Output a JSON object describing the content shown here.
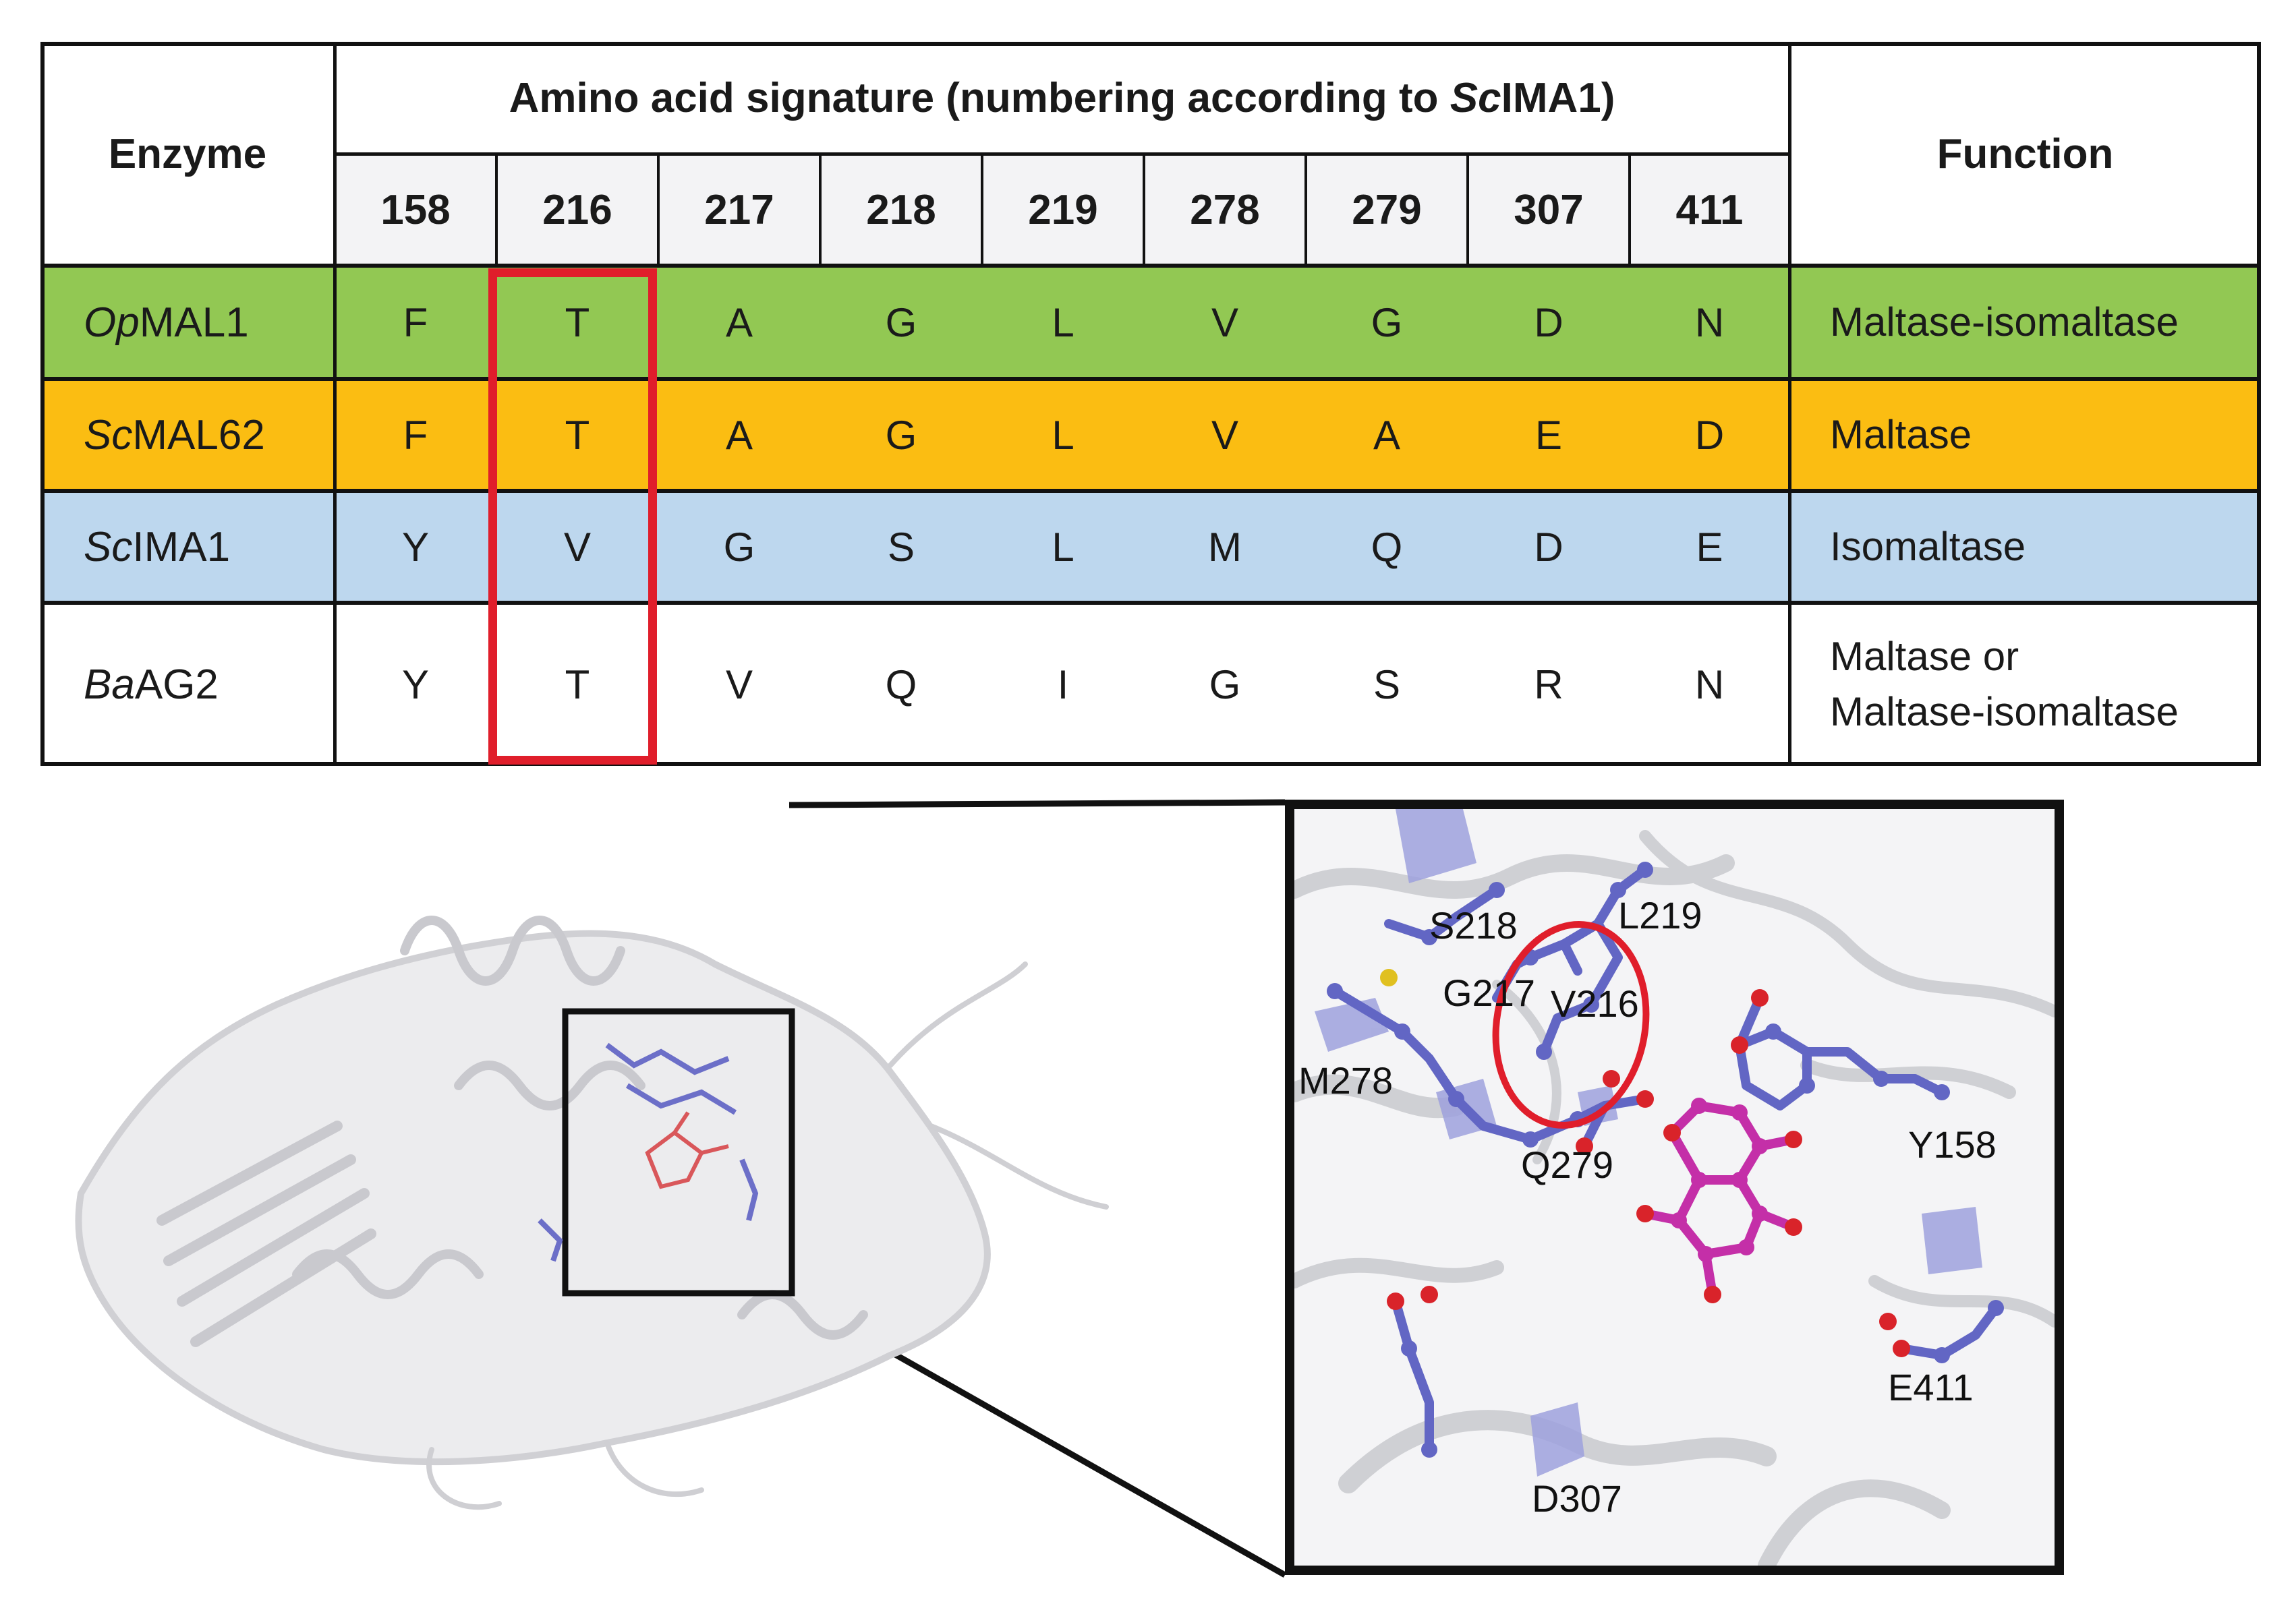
{
  "table": {
    "enzyme_header": "Enzyme",
    "signature_header_prefix": "Amino acid signature (numbering according to ",
    "signature_header_italic": "Sc",
    "signature_header_suffix": "IMA1)",
    "function_header": "Function",
    "positions": [
      "158",
      "216",
      "217",
      "218",
      "219",
      "278",
      "279",
      "307",
      "411"
    ],
    "rows": [
      {
        "prefix": "Op",
        "name": "MAL1",
        "residues": [
          "F",
          "T",
          "A",
          "G",
          "L",
          "V",
          "G",
          "D",
          "N"
        ],
        "function": [
          "Maltase-isomaltase"
        ],
        "color": "#92c853"
      },
      {
        "prefix": "Sc",
        "name": "MAL62",
        "residues": [
          "F",
          "T",
          "A",
          "G",
          "L",
          "V",
          "A",
          "E",
          "D"
        ],
        "function": [
          "Maltase"
        ],
        "color": "#fbbd12"
      },
      {
        "prefix": "Sc",
        "name": "IMA1",
        "residues": [
          "Y",
          "V",
          "G",
          "S",
          "L",
          "M",
          "Q",
          "D",
          "E"
        ],
        "function": [
          "Isomaltase"
        ],
        "color": "#bdd7ee"
      },
      {
        "prefix": "Ba",
        "name": "AG2",
        "residues": [
          "Y",
          "T",
          "V",
          "Q",
          "I",
          "G",
          "S",
          "R",
          "N"
        ],
        "function": [
          "Maltase or",
          "Maltase-isomaltase"
        ],
        "color": "#ffffff"
      }
    ],
    "highlight_position": "216",
    "highlight_color": "#e01e2b"
  },
  "zoom_labels": {
    "s218": "S218",
    "l219": "L219",
    "g217": "G217",
    "v216": "V216",
    "m278": "M278",
    "q279": "Q279",
    "y158": "Y158",
    "e411": "E411",
    "d307": "D307"
  },
  "colors": {
    "protein": "#d9d9dc",
    "residue": "#6c6fc8",
    "ligand": "#c42fa8",
    "oxygen": "#d9232a",
    "sulfur": "#e0c020"
  }
}
